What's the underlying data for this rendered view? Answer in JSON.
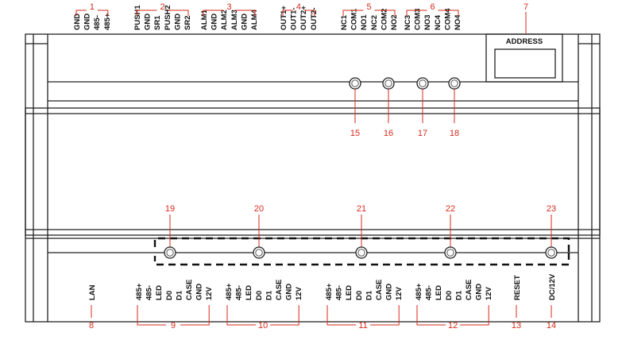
{
  "colors": {
    "callout": "#d92a1c",
    "outline": "#222222",
    "body": "#ffffff"
  },
  "top_groups": [
    {
      "number": "1",
      "pins": [
        "GND",
        "GND",
        "485-",
        "485+"
      ]
    },
    {
      "number": "2",
      "pins": [
        "PUSH1",
        "GND",
        "SR1",
        "PUSH2",
        "GND",
        "SR2"
      ]
    },
    {
      "number": "3",
      "pins": [
        "ALM1",
        "GND",
        "ALM2",
        "ALM3",
        "GND",
        "ALM4"
      ]
    },
    {
      "number": "4",
      "pins": [
        "OUT1+",
        "OUT1-",
        "OUT2+",
        "OUT2-"
      ]
    },
    {
      "number": "5",
      "pins": [
        "NC1",
        "COM1",
        "NO1",
        "NC2",
        "COM2",
        "NO2"
      ]
    },
    {
      "number": "6",
      "pins": [
        "NC3",
        "COM3",
        "NO3",
        "NC4",
        "COM4",
        "NO4"
      ]
    }
  ],
  "address": {
    "number": "7",
    "label": "ADDRESS"
  },
  "relay_leds": [
    "15",
    "16",
    "17",
    "18"
  ],
  "mid_leds": [
    "19",
    "20",
    "21",
    "22",
    "23"
  ],
  "bottom_singles": [
    {
      "number": "8",
      "label": "LAN"
    },
    {
      "number": "13",
      "label": "RESET"
    },
    {
      "number": "14",
      "label": "DC/12V"
    }
  ],
  "bottom_groups": [
    {
      "number": "9",
      "pins": [
        "485+",
        "485-",
        "LED",
        "D0",
        "D1",
        "CASE",
        "GND",
        "12V"
      ]
    },
    {
      "number": "10",
      "pins": [
        "485+",
        "485-",
        "LED",
        "D0",
        "D1",
        "CASE",
        "GND",
        "12V"
      ]
    },
    {
      "number": "11",
      "pins": [
        "485+",
        "485-",
        "LED",
        "D0",
        "D1",
        "CASE",
        "GND",
        "12V"
      ]
    },
    {
      "number": "12",
      "pins": [
        "485+",
        "485-",
        "LED",
        "D0",
        "D1",
        "CASE",
        "GND",
        "12V"
      ]
    }
  ]
}
